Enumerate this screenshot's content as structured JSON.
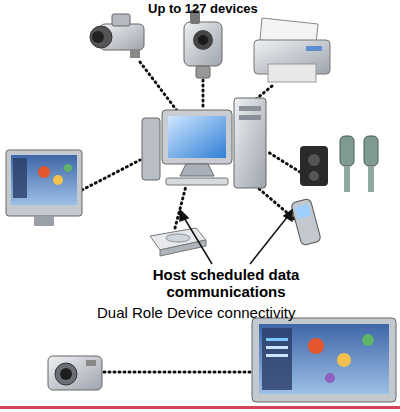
{
  "diagram": {
    "title": "Up to 127 devices",
    "labels": [
      "Host scheduled data communications",
      "Dual Role Device connectivity"
    ]
  }
}
